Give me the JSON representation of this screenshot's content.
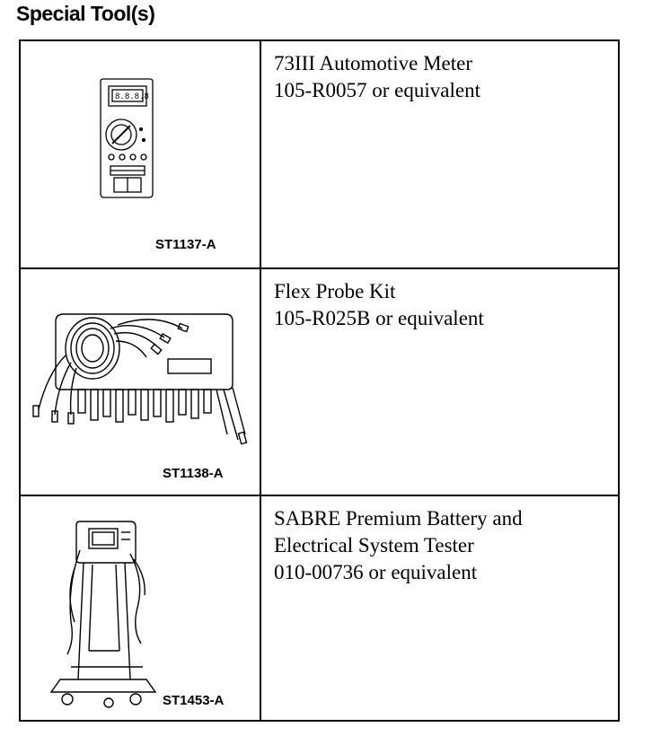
{
  "heading": "Special Tool(s)",
  "tools": [
    {
      "figure_id": "ST1137-A",
      "lines": [
        "73III Automotive Meter",
        "105-R0057 or equivalent"
      ],
      "icon": "multimeter-illustration"
    },
    {
      "figure_id": "ST1138-A",
      "lines": [
        "Flex Probe Kit",
        "105-R025B or equivalent"
      ],
      "icon": "flex-probe-kit-illustration"
    },
    {
      "figure_id": "ST1453-A",
      "lines": [
        "SABRE Premium Battery and",
        "Electrical System Tester",
        "010-00736 or equivalent"
      ],
      "icon": "battery-tester-cart-illustration"
    }
  ]
}
